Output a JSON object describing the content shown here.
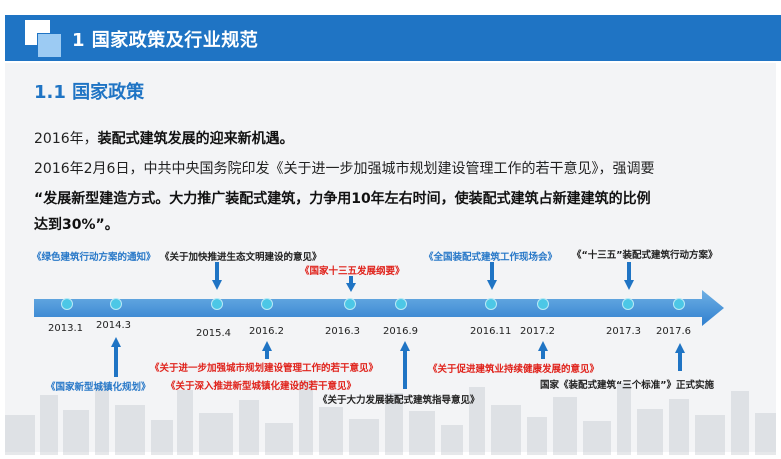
{
  "header": {
    "title": "1 国家政策及行业规范"
  },
  "subsection": {
    "title": "1.1  国家政策"
  },
  "content": {
    "line1_prefix": "2016年，",
    "line1_bold": "装配式建筑发展的迎来新机遇。",
    "line2": "2016年2月6日，中共中央国务院印发《关于进一步加强城市规划建设管理工作的若干意见》，强调要",
    "line3": "“发展新型建造方式。大力推广装配式建筑，力争用10年左右时间，使装配式建筑占新建建筑的比例",
    "line4": "达到30%”。"
  },
  "timeline": {
    "dates": [
      "2013.1",
      "2014.3",
      "2015.4",
      "2016.2",
      "2016.3",
      "2016.9",
      "2016.11",
      "2017.2",
      "2017.3",
      "2017.6"
    ],
    "events_above": [
      "《绿色建筑行动方案的通知》",
      "《关于加快推进生态文明建设的意见》",
      "《国家十三五发展纲要》",
      "《全国装配式建筑工作现场会》",
      "《“十三五”装配式建筑行动方案》"
    ],
    "events_below": [
      "《国家新型城镇化规划》",
      "《关于进一步加强城市规划建设管理工作的若干意见》",
      "《关于深入推进新型城镇化建设的若干意见》",
      "《关于大力发展装配式建筑指导意见》",
      "《关于促进建筑业持续健康发展的意见》",
      "国家《装配式建筑“三个标准”》正式实施"
    ]
  },
  "colors": {
    "accent": "#1f74c4",
    "event_blue": "#2878c8",
    "event_red": "#e0231c",
    "dot": "#4cc7e6"
  },
  "icons": {
    "logo": "square-logo-icon",
    "arrow": "up-arrow-icon",
    "timeline": "arrow-right-icon"
  }
}
